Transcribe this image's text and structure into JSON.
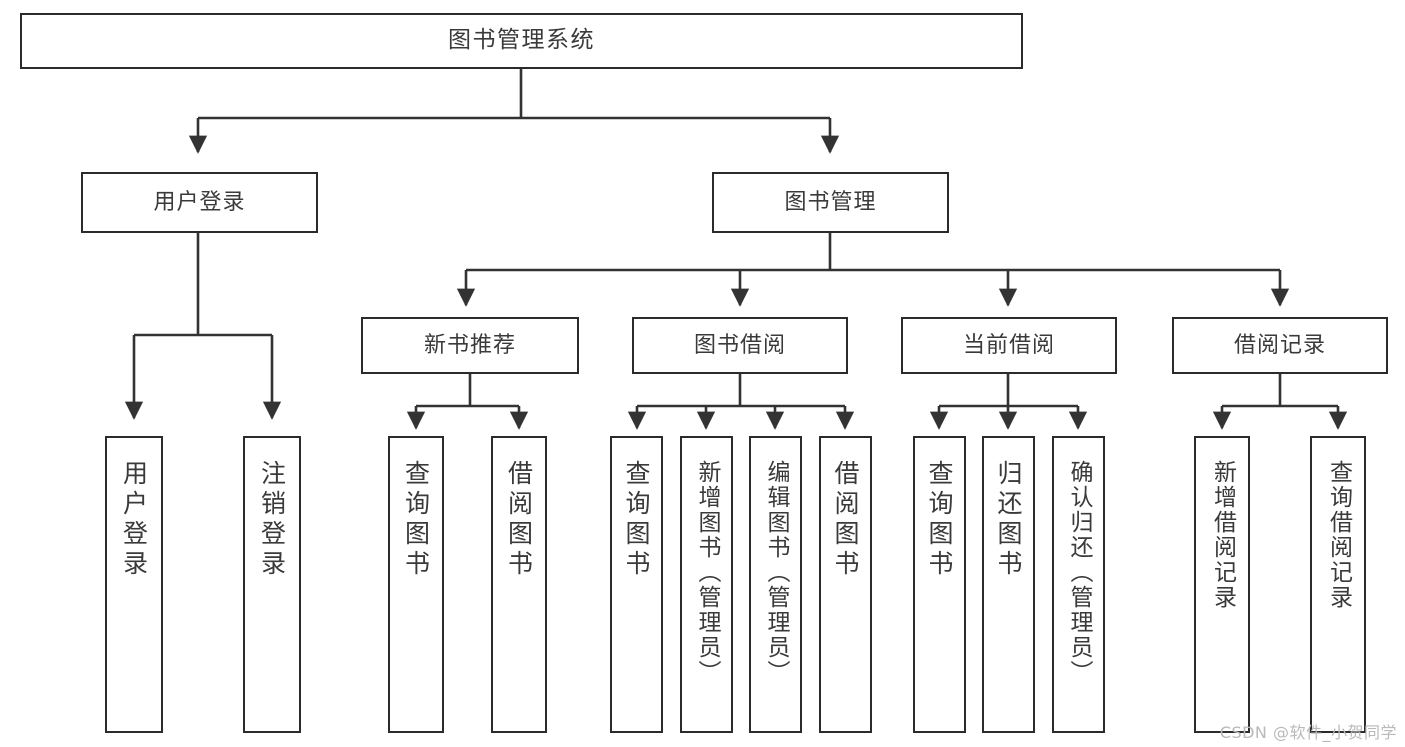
{
  "diagram": {
    "title": "图书管理系统",
    "type": "tree",
    "orientation": "top-down",
    "colors": {
      "box_border": "#2b2b2b",
      "box_fill": "#ffffff",
      "edge": "#333333",
      "text": "#3a3a3a",
      "watermark": "#b9b9b9",
      "background": "#ffffff"
    },
    "watermark": "CSDN @软件_小贺同学"
  },
  "nodes": {
    "root": {
      "label": "图书管理系统"
    },
    "level1": [
      {
        "id": "user-login",
        "label": "用户登录"
      },
      {
        "id": "book-manage",
        "label": "图书管理"
      }
    ],
    "level2": [
      {
        "id": "new-book-rec",
        "label": "新书推荐"
      },
      {
        "id": "book-borrow",
        "label": "图书借阅"
      },
      {
        "id": "current-borrow",
        "label": "当前借阅"
      },
      {
        "id": "borrow-record",
        "label": "借阅记录"
      }
    ],
    "leaves": {
      "user-login": [
        {
          "id": "leaf-user-login",
          "label": "用户登录"
        },
        {
          "id": "leaf-user-logout",
          "label": "注销登录"
        }
      ],
      "new-book-rec": [
        {
          "id": "leaf-query-book-1",
          "label": "查询图书"
        },
        {
          "id": "leaf-borrow-book-1",
          "label": "借阅图书"
        }
      ],
      "book-borrow": [
        {
          "id": "leaf-query-book-2",
          "label": "查询图书"
        },
        {
          "id": "leaf-add-book",
          "label": "新增图书（管理员）"
        },
        {
          "id": "leaf-edit-book",
          "label": "编辑图书（管理员）"
        },
        {
          "id": "leaf-borrow-book-2",
          "label": "借阅图书"
        }
      ],
      "current-borrow": [
        {
          "id": "leaf-query-book-3",
          "label": "查询图书"
        },
        {
          "id": "leaf-return-book",
          "label": "归还图书"
        },
        {
          "id": "leaf-confirm-return",
          "label": "确认归还（管理员）"
        }
      ],
      "borrow-record": [
        {
          "id": "leaf-add-record",
          "label": "新增借阅记录"
        },
        {
          "id": "leaf-query-record",
          "label": "查询借阅记录"
        }
      ]
    }
  }
}
